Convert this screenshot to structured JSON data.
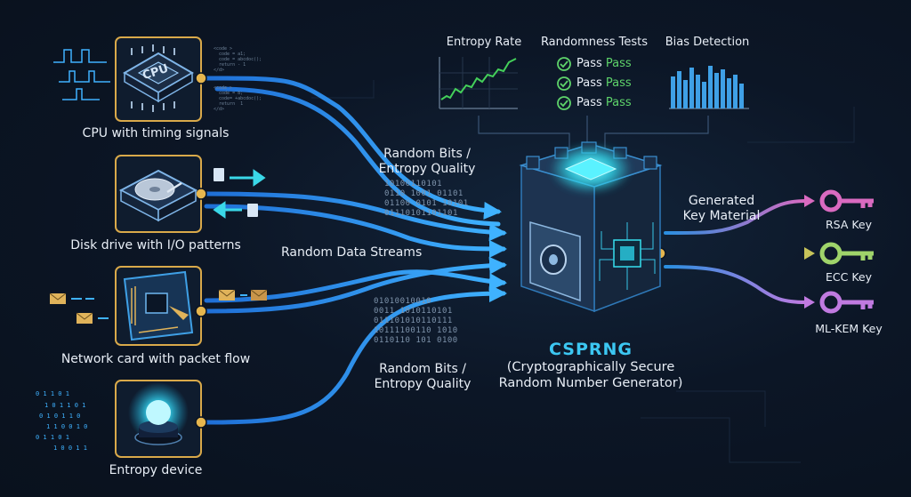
{
  "sources": [
    {
      "label": "CPU with timing signals",
      "chip_text": "CPU",
      "icon": "cpu-icon"
    },
    {
      "label": "Disk drive with I/O patterns",
      "icon": "disk-drive-icon"
    },
    {
      "label": "Network card with packet flow",
      "icon": "network-card-icon"
    },
    {
      "label": "Entropy device",
      "icon": "entropy-device-icon"
    }
  ],
  "flow_labels": {
    "top_line1": "Random Bits /",
    "top_line2": "Entropy Quality",
    "middle": "Random Data Streams",
    "bottom_line1": "Random Bits /",
    "bottom_line2": "Entropy Quality"
  },
  "monitors": {
    "entropy_rate": "Entropy Rate",
    "randomness_tests": "Randomness Tests",
    "bias_detection": "Bias Detection",
    "tests": [
      {
        "label": "Pass",
        "result": "Pass"
      },
      {
        "label": "Pass",
        "result": "Pass"
      },
      {
        "label": "Pass",
        "result": "Pass"
      }
    ]
  },
  "csprng": {
    "name": "CSPRNG",
    "line1": "(Cryptographically Secure",
    "line2": "Random Number Generator)"
  },
  "output": {
    "label_line1": "Generated",
    "label_line2": "Key Material",
    "keys": [
      {
        "label": "RSA Key",
        "color": "#d96ac0"
      },
      {
        "label": "ECC Key",
        "color": "#9fd46a"
      },
      {
        "label": "ML-KEM Key",
        "color": "#c07ae0"
      }
    ]
  },
  "bits_top": "10100110101\n0110 1001 01101\n01100 0101 10101\n01110101101101",
  "bits_bottom": "01010010010\n0011 1010110101\n011101010110111\n10111100110 1010\n0110110 101 0100",
  "colors": {
    "accent": "#3cc7f2",
    "gold": "#d9a94a",
    "stream": "#2f9be8",
    "pass_green": "#5ed36a"
  }
}
